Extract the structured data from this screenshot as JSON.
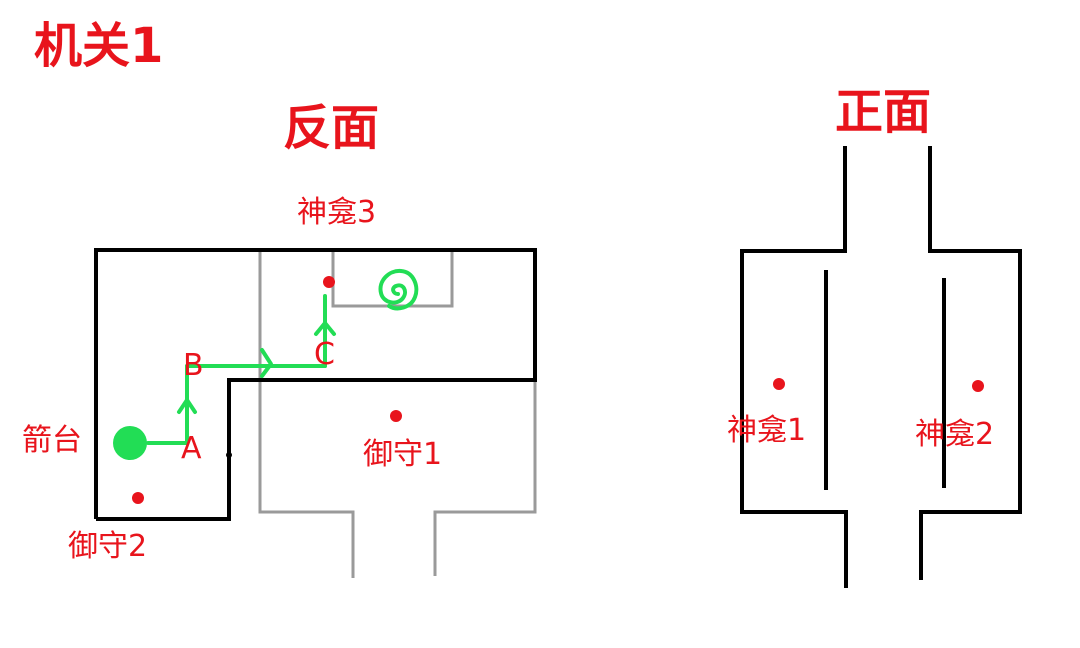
{
  "title": "机关1",
  "back_view": {
    "heading": "反面",
    "labels": {
      "shrine3": "神龛3",
      "archery_platform": "箭台",
      "amulet2": "御守2",
      "amulet1": "御守1",
      "point_a": "A",
      "point_b": "B",
      "point_c": "C"
    }
  },
  "front_view": {
    "heading": "正面",
    "labels": {
      "shrine1": "神龛1",
      "shrine2": "神龛2"
    }
  },
  "colors": {
    "label": "#e8141c",
    "wall": "#000000",
    "grey_wall": "#9a9a9a",
    "path": "#22dd55",
    "marker": "#e8141c"
  }
}
